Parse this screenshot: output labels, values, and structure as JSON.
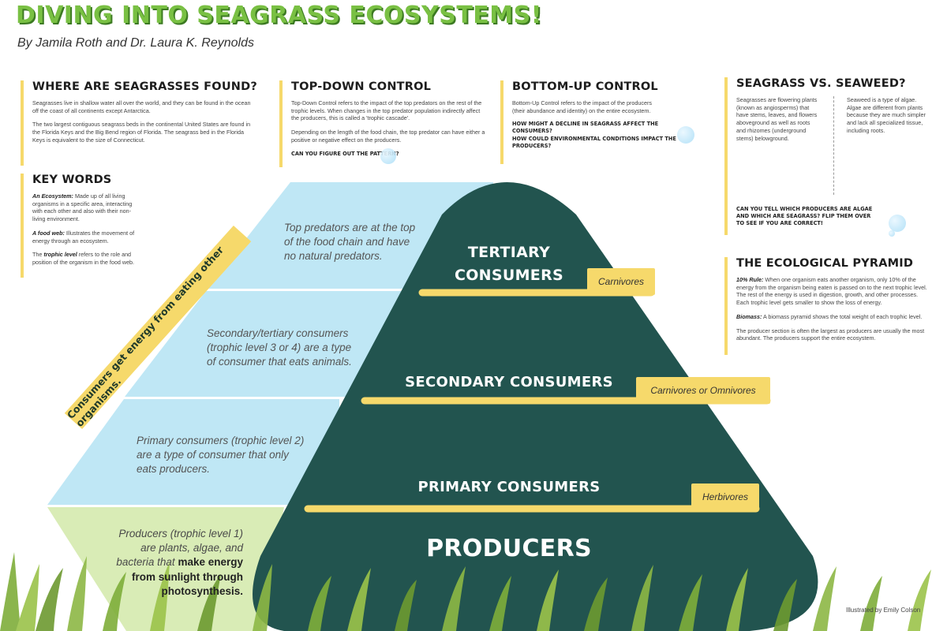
{
  "header": {
    "title": "DIVING INTO SEAGRASS ECOSYSTEMS!",
    "byline": "By Jamila Roth and Dr. Laura K. Reynolds"
  },
  "where": {
    "title": "WHERE ARE SEAGRASSES FOUND?",
    "p1": "Seagrasses live in shallow water all over the world, and they can be found in the ocean off the coast of all continents except Antarctica.",
    "p2": "The two largest contiguous seagrass beds in the continental United States are found in the Florida Keys and the Big Bend region of Florida. The seagrass bed in the Florida Keys is equivalent to the size of Connecticut."
  },
  "topdown": {
    "title": "TOP-DOWN CONTROL",
    "p1": "Top-Down Control refers to the impact of the top predators on the rest of the trophic levels. When changes in the top predator population indirectly affect the producers, this is called a 'trophic cascade'.",
    "p2": "Depending on the length of the food chain, the top predator can have either a positive or negative effect on the producers.",
    "q1": "CAN YOU FIGURE OUT THE PATTERN?"
  },
  "bottomup": {
    "title": "BOTTOM-UP CONTROL",
    "p1": "Bottom-Up Control refers to the impact of the producers (their abundance and identity) on the entire ecosystem.",
    "q1": "HOW MIGHT A DECLINE IN SEAGRASS AFFECT THE CONSUMERS?",
    "q2": "HOW COULD ENVIRONMENTAL CONDITIONS IMPACT THE PRODUCERS?"
  },
  "vs": {
    "title": "SEAGRASS VS. SEAWEED?",
    "left": "Seagrasses are flowering plants (known as angiosperms) that have stems, leaves, and flowers aboveground as well as roots and rhizomes (underground stems) belowground.",
    "right": "Seaweed is a type of algae. Algae are different from plants because they are much simpler and lack all specialized tissue, including roots.",
    "q1": "CAN YOU TELL WHICH PRODUCERS ARE ALGAE AND WHICH ARE SEAGRASS? FLIP THEM OVER TO SEE IF YOU ARE CORRECT!"
  },
  "keywords": {
    "title": "KEY WORDS",
    "ecosystem_term": "An Ecosystem:",
    "ecosystem_def": "Made up of all living organisms in a specific area, interacting with each other and also with their non-living environment.",
    "foodweb_term": "A food web:",
    "foodweb_def": "Illustrates the movement of energy through an ecosystem.",
    "trophic_pre": "The",
    "trophic_term": "trophic level",
    "trophic_def": "refers to the role and position of the organism in the food web."
  },
  "pyramid_info": {
    "title": "THE ECOLOGICAL PYRAMID",
    "rule_term": "10% Rule:",
    "rule_def": "When one organism eats another organism, only 10% of the energy from the organism being eaten is passed on to the next trophic level. The rest of the energy is used in digestion, growth, and other processes. Each trophic level gets smaller to show the loss of energy.",
    "biomass_term": "Biomass:",
    "biomass_def": "A biomass pyramid shows the total weight of each trophic level.",
    "p3": "The producer section is often the largest as producers are usually the most abundant. The producers support the entire ecosystem."
  },
  "pyramid": {
    "banner": "Consumers get energy from eating other organisms.",
    "levels": [
      {
        "label_line1": "TERTIARY",
        "label_line2": "CONSUMERS",
        "tag": "Carnivores",
        "desc": "Top predators are at the top of the food chain and have no natural predators."
      },
      {
        "label_line1": "SECONDARY CONSUMERS",
        "label_line2": "",
        "tag": "Carnivores or Omnivores",
        "desc": "Secondary/tertiary consumers (trophic level 3 or 4) are a type of consumer that eats animals."
      },
      {
        "label_line1": "PRIMARY CONSUMERS",
        "label_line2": "",
        "tag": "Herbivores",
        "desc": "Primary consumers (trophic level 2) are a type of consumer that only eats producers."
      },
      {
        "label_line1": "PRODUCERS",
        "label_line2": "",
        "tag": "",
        "desc_plain": "Producers (trophic level 1) are plants, algae, and bacteria that",
        "desc_bold": "make energy from sunlight through photosynthesis."
      }
    ],
    "colors": {
      "dark": "#22544f",
      "blue": "#bfe7f5",
      "green": "#d9ecb6",
      "yellow": "#f6d96b"
    }
  },
  "credit": "Illustrated by Emily Colson"
}
